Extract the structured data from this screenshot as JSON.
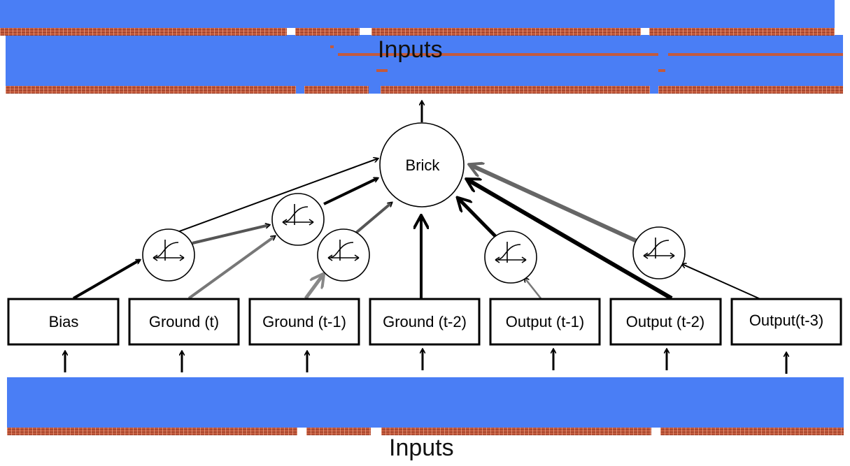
{
  "top_band": {
    "label": "Inputs"
  },
  "bottom_band": {
    "label": "Inputs"
  },
  "brick": {
    "label": "Brick"
  },
  "input_nodes": [
    {
      "id": "bias",
      "label": "Bias"
    },
    {
      "id": "ground-t",
      "label": "Ground (t)"
    },
    {
      "id": "ground-t1",
      "label": "Ground (t-1)"
    },
    {
      "id": "ground-t2",
      "label": "Ground (t-2)"
    },
    {
      "id": "output-t1",
      "label": "Output (t-1)"
    },
    {
      "id": "output-t2",
      "label": "Output (t-2)"
    },
    {
      "id": "output-t3",
      "label": "Output(t-3)"
    }
  ],
  "sigmoid_nodes": [
    {
      "id": "sig-bias",
      "icon": "sigmoid-icon"
    },
    {
      "id": "sig-upper",
      "icon": "sigmoid-icon"
    },
    {
      "id": "sig-ground-t1",
      "icon": "sigmoid-icon"
    },
    {
      "id": "sig-output-t1",
      "icon": "sigmoid-icon"
    },
    {
      "id": "sig-output-t3",
      "icon": "sigmoid-icon"
    }
  ],
  "colors": {
    "band": "#4a7ef5",
    "brick": "#c25a3d",
    "arrow_dark": "#000000",
    "arrow_gray": "#666666",
    "arrow_light": "#888888"
  }
}
